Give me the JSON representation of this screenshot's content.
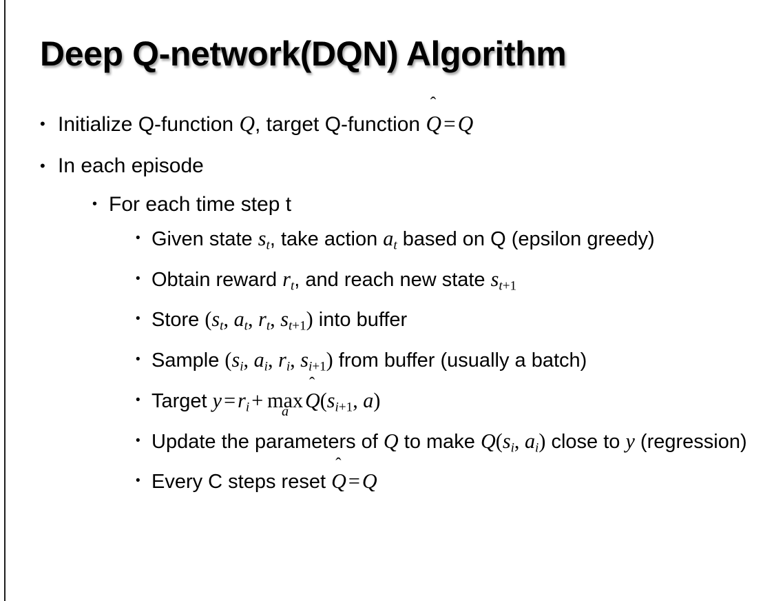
{
  "slide": {
    "title": "Deep Q-network(DQN) Algorithm",
    "background_color": "#ffffff",
    "text_color": "#000000",
    "left_rule_color": "#1b1b1b",
    "bullet_glyph": "•"
  },
  "content": {
    "items": [
      {
        "level": 1,
        "name": "bullet-initialize-q-function",
        "plain_text": "Initialize Q-function Q, target Q-function Q̂ = Q",
        "segments": [
          {
            "type": "text",
            "value": "Initialize Q-function "
          },
          {
            "type": "mi",
            "value": "Q"
          },
          {
            "type": "text",
            "value": ", target Q-function "
          },
          {
            "type": "mi-hat",
            "value": "Q"
          },
          {
            "type": "mo",
            "value": "="
          },
          {
            "type": "mi",
            "value": "Q"
          }
        ]
      },
      {
        "level": 1,
        "name": "bullet-in-each-episode",
        "plain_text": "In each episode",
        "segments": [
          {
            "type": "text",
            "value": "In each episode"
          }
        ]
      },
      {
        "level": 2,
        "name": "bullet-for-each-time-step",
        "plain_text": "For each time step t",
        "segments": [
          {
            "type": "text",
            "value": "For each time step t"
          }
        ]
      },
      {
        "level": 3,
        "name": "bullet-given-state-take-action",
        "plain_text": "Given state s_t, take action a_t based on Q (epsilon greedy)",
        "segments": [
          {
            "type": "text",
            "value": "Given state "
          },
          {
            "type": "mi-sub",
            "value": "s",
            "sub": "t"
          },
          {
            "type": "text",
            "value": ", take action "
          },
          {
            "type": "mi-sub",
            "value": "a",
            "sub": "t"
          },
          {
            "type": "text",
            "value": " based on Q (epsilon greedy)"
          }
        ]
      },
      {
        "level": 3,
        "name": "bullet-obtain-reward",
        "plain_text": "Obtain reward r_t, and reach new state s_{t+1}",
        "segments": [
          {
            "type": "text",
            "value": "Obtain reward "
          },
          {
            "type": "mi-sub",
            "value": "r",
            "sub": "t"
          },
          {
            "type": "text",
            "value": ", and reach new state "
          },
          {
            "type": "mi-sub",
            "value": "s",
            "sub": "t+1"
          }
        ]
      },
      {
        "level": 3,
        "name": "bullet-store-into-buffer",
        "plain_text": "Store (s_t, a_t, r_t, s_{t+1}) into buffer",
        "segments": [
          {
            "type": "text",
            "value": "Store "
          },
          {
            "type": "mn",
            "value": "("
          },
          {
            "type": "mi-sub",
            "value": "s",
            "sub": "t"
          },
          {
            "type": "mn",
            "value": ", "
          },
          {
            "type": "mi-sub",
            "value": "a",
            "sub": "t"
          },
          {
            "type": "mn",
            "value": ", "
          },
          {
            "type": "mi-sub",
            "value": "r",
            "sub": "t"
          },
          {
            "type": "mn",
            "value": ", "
          },
          {
            "type": "mi-sub",
            "value": "s",
            "sub": "t+1"
          },
          {
            "type": "mn",
            "value": ")"
          },
          {
            "type": "text",
            "value": " into buffer"
          }
        ]
      },
      {
        "level": 3,
        "name": "bullet-sample-from-buffer",
        "plain_text": "Sample (s_i, a_i, r_i, s_{i+1}) from buffer (usually a batch)",
        "segments": [
          {
            "type": "text",
            "value": "Sample "
          },
          {
            "type": "mn",
            "value": "("
          },
          {
            "type": "mi-sub",
            "value": "s",
            "sub": "i"
          },
          {
            "type": "mn",
            "value": ", "
          },
          {
            "type": "mi-sub",
            "value": "a",
            "sub": "i"
          },
          {
            "type": "mn",
            "value": ", "
          },
          {
            "type": "mi-sub",
            "value": "r",
            "sub": "i"
          },
          {
            "type": "mn",
            "value": ", "
          },
          {
            "type": "mi-sub",
            "value": "s",
            "sub": "i+1"
          },
          {
            "type": "mn",
            "value": ")"
          },
          {
            "type": "text",
            "value": " from buffer (usually a batch)"
          }
        ]
      },
      {
        "level": 3,
        "name": "bullet-target-y",
        "plain_text": "Target y = r_i + max_a Q̂(s_{i+1}, a)",
        "segments": [
          {
            "type": "text",
            "value": "Target "
          },
          {
            "type": "mi",
            "value": "y"
          },
          {
            "type": "mo",
            "value": "="
          },
          {
            "type": "mi-sub",
            "value": "r",
            "sub": "i"
          },
          {
            "type": "mo",
            "value": "+"
          },
          {
            "type": "underset",
            "value": "max",
            "under": "a"
          },
          {
            "type": "mi-hat",
            "value": "Q"
          },
          {
            "type": "mn",
            "value": "("
          },
          {
            "type": "mi-sub",
            "value": "s",
            "sub": "i+1"
          },
          {
            "type": "mn",
            "value": ", "
          },
          {
            "type": "mi",
            "value": "a"
          },
          {
            "type": "mn",
            "value": ")"
          }
        ]
      },
      {
        "level": 3,
        "name": "bullet-update-parameters",
        "plain_text": "Update the parameters of Q to make Q(s_i, a_i) close to y (regression)",
        "segments": [
          {
            "type": "text",
            "value": "Update the parameters of "
          },
          {
            "type": "mi",
            "value": "Q"
          },
          {
            "type": "text",
            "value": " to make "
          },
          {
            "type": "mi",
            "value": "Q"
          },
          {
            "type": "mn",
            "value": "("
          },
          {
            "type": "mi-sub",
            "value": "s",
            "sub": "i"
          },
          {
            "type": "mn",
            "value": ", "
          },
          {
            "type": "mi-sub",
            "value": "a",
            "sub": "i"
          },
          {
            "type": "mn",
            "value": ")"
          },
          {
            "type": "text",
            "value": " close to "
          },
          {
            "type": "mi",
            "value": "y"
          },
          {
            "type": "text",
            "value": " (regression)"
          }
        ]
      },
      {
        "level": 3,
        "name": "bullet-every-c-steps-reset",
        "plain_text": "Every C steps reset Q̂ = Q",
        "segments": [
          {
            "type": "text",
            "value": "Every C steps reset "
          },
          {
            "type": "mi-hat",
            "value": "Q"
          },
          {
            "type": "mo",
            "value": "="
          },
          {
            "type": "mi",
            "value": "Q"
          }
        ]
      }
    ]
  }
}
